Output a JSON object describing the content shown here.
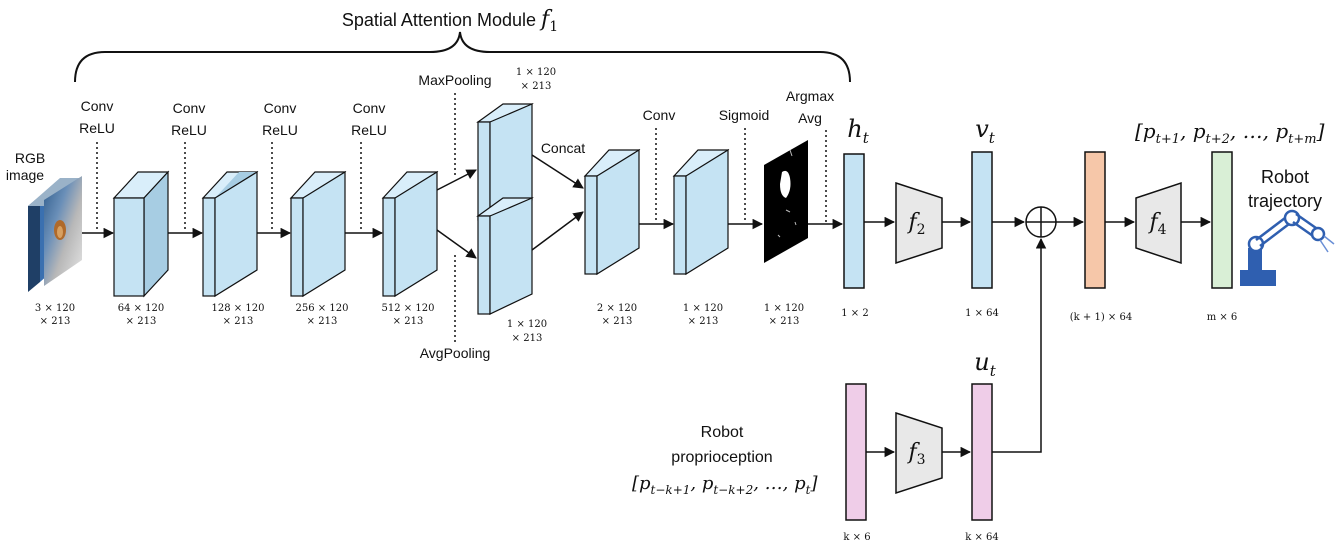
{
  "module": {
    "title": "Spatial Attention Module",
    "fn": "f",
    "sub": "1"
  },
  "input": {
    "line1": "RGB",
    "line2": "image",
    "dim1": "3 × 120",
    "dim2": "× 213"
  },
  "layers": [
    {
      "op1": "Conv",
      "op2": "ReLU",
      "dim1": "64 × 120",
      "dim2": "× 213"
    },
    {
      "op1": "Conv",
      "op2": "ReLU",
      "dim1": "128 × 120",
      "dim2": "× 213"
    },
    {
      "op1": "Conv",
      "op2": "ReLU",
      "dim1": "256 × 120",
      "dim2": "× 213"
    },
    {
      "op1": "Conv",
      "op2": "ReLU",
      "dim1": "512 × 120",
      "dim2": "× 213"
    }
  ],
  "pooling": {
    "max_label": "MaxPooling",
    "max_dim1": "1 × 120",
    "max_dim2": "× 213",
    "avg_label": "AvgPooling",
    "avg_dim1": "1 × 120",
    "avg_dim2": "× 213"
  },
  "concat": {
    "label": "Concat",
    "dim1": "2 × 120",
    "dim2": "× 213"
  },
  "conv2": {
    "label": "Conv",
    "dim1": "1 × 120",
    "dim2": "× 213"
  },
  "sigmoid": {
    "label": "Sigmoid",
    "dim1": "1 × 120",
    "dim2": "× 213"
  },
  "argmax": {
    "line1": "Argmax",
    "line2": "Avg"
  },
  "ht": {
    "sym": "h",
    "sub": "t",
    "dim": "1 × 2"
  },
  "f2": {
    "sym": "f",
    "sub": "2"
  },
  "vt": {
    "sym": "v",
    "sub": "t",
    "dim": "1 × 64"
  },
  "concat_out": {
    "dim": "(k + 1) × 64"
  },
  "f4": {
    "sym": "f",
    "sub": "4"
  },
  "output": {
    "dim": "m × 6",
    "seq": "[p",
    "s1": "t+1",
    "s2": "t+2",
    "s3": "t+m"
  },
  "robot_traj": {
    "line1": "Robot",
    "line2": "trajectory"
  },
  "proprio": {
    "line1": "Robot",
    "line2": "proprioception",
    "seq": "[p",
    "s1": "t−k+1",
    "s2": "t−k+2",
    "s3": "t"
  },
  "k6": {
    "dim": "k × 6"
  },
  "f3": {
    "sym": "f",
    "sub": "3"
  },
  "ut": {
    "sym": "u",
    "sub": "t",
    "dim": "k × 64"
  },
  "colors": {
    "box": "#c5e3f3",
    "box_side": "#92bdd6",
    "pink": "#efcde8",
    "orange": "#f6c7a9",
    "green": "#d9efd6",
    "trap": "#e8e8e8"
  }
}
